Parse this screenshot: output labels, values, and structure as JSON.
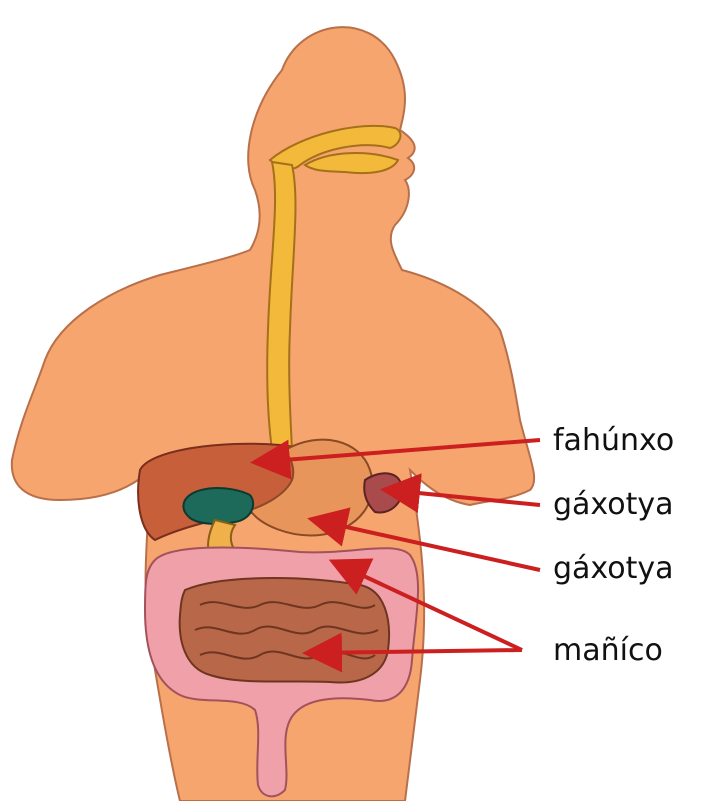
{
  "labels": {
    "liver": "fahúnxo",
    "stomach_upper": "gáxotya",
    "stomach_lower": "gáxotya",
    "intestines": "mañíco"
  },
  "colors": {
    "body": "#f6a56e",
    "body_outline": "#b9704a",
    "esophagus": "#f3b93a",
    "esophagus_outline": "#a6701a",
    "liver": "#c85f3b",
    "gallbladder": "#1d6a5a",
    "stomach": "#e8955b",
    "spleen": "#a94a4d",
    "pancreas": "#f0b04a",
    "small_intestine": "#b86848",
    "large_intestine": "#efa0a8",
    "arrow": "#cc1f1f"
  }
}
